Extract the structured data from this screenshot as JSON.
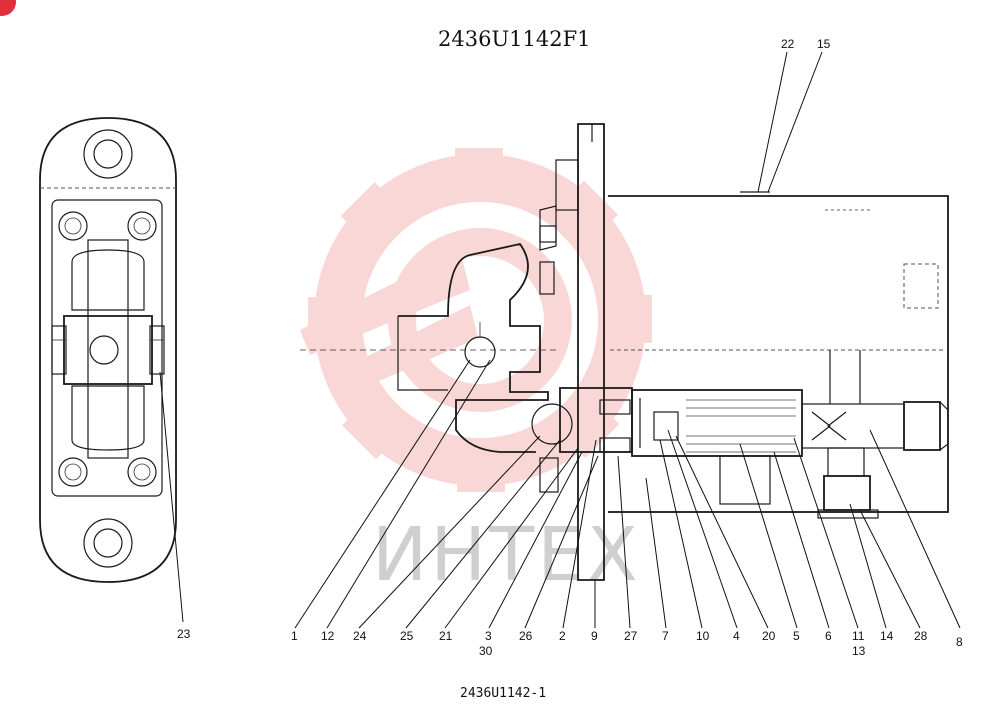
{
  "header": {
    "title": "2436U1142F1"
  },
  "footer": {
    "drawing_number": "2436U1142-1"
  },
  "watermark": {
    "text": "ИНТЕХ",
    "color": "#f2a0a0"
  },
  "callouts": {
    "c22": "22",
    "c15": "15",
    "c23": "23",
    "c1": "1",
    "c12": "12",
    "c24": "24",
    "c25": "25",
    "c21": "21",
    "c3": "3",
    "c30": "30",
    "c26": "26",
    "c2": "2",
    "c9": "9",
    "c27": "27",
    "c7": "7",
    "c10": "10",
    "c4": "4",
    "c20": "20",
    "c5": "5",
    "c6": "6",
    "c11": "11",
    "c13": "13",
    "c14": "14",
    "c28": "28",
    "c8": "8"
  },
  "corner_badge": {
    "color": "#e0303c"
  }
}
